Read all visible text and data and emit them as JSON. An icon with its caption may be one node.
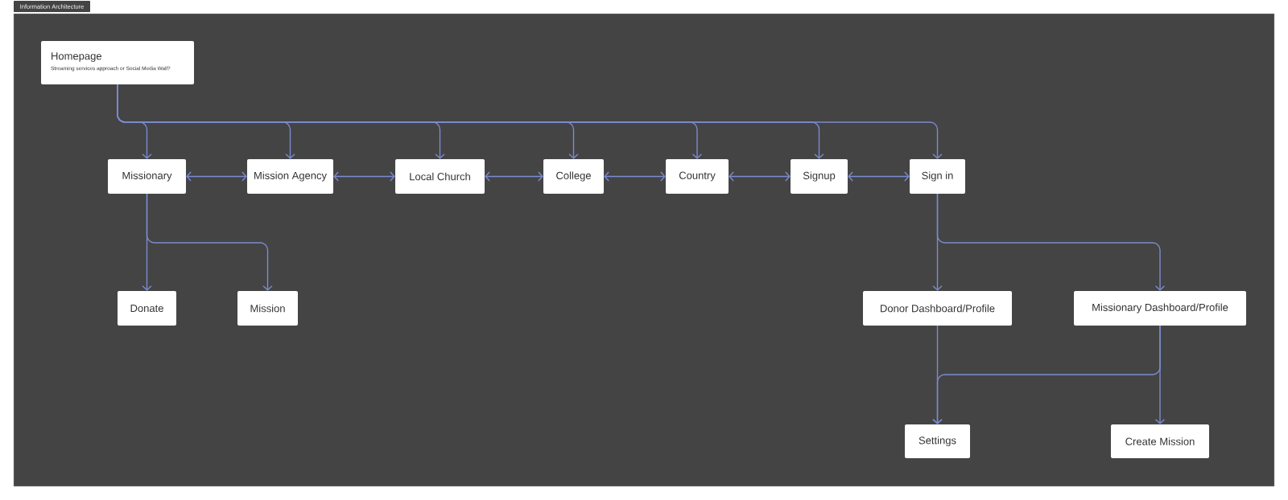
{
  "diagram": {
    "nodes": [
      {
        "text": [
          "Information Architecture"
        ]
      },
      {
        "text": [
          "Homepage",
          "Streaming services approach or Social Media Wall?"
        ],
        "in": 0
      },
      {
        "text": [
          "Missionary"
        ],
        "in": 0
      },
      {
        "text": [
          "Mission Agency"
        ],
        "in": 0
      },
      {
        "text": [
          "Local Church"
        ],
        "in": 0
      },
      {
        "text": [
          "College"
        ],
        "in": 0
      },
      {
        "text": [
          "Country"
        ],
        "in": 0
      },
      {
        "text": [
          "Signup"
        ],
        "in": 0
      },
      {
        "text": [
          "Sign in"
        ],
        "in": 0
      },
      {
        "text": [
          "Donate"
        ],
        "in": 0
      },
      {
        "text": [
          "Mission"
        ],
        "in": 0
      },
      {
        "text": [
          "Donor Dashboard/Profile"
        ],
        "in": 0
      },
      {
        "text": [
          "Missionary Dashboard/Profile"
        ],
        "in": 0
      },
      {
        "text": [
          "Settings"
        ],
        "in": 0
      },
      {
        "text": [
          "Create Mission"
        ],
        "in": 0
      }
    ],
    "edges": [
      {
        "from": 1,
        "to": 2,
        "arrow": "to"
      },
      {
        "from": 1,
        "to": 3,
        "arrow": "to"
      },
      {
        "from": 1,
        "to": 4,
        "arrow": "to"
      },
      {
        "from": 1,
        "to": 5,
        "arrow": "to"
      },
      {
        "from": 1,
        "to": 6,
        "arrow": "to"
      },
      {
        "from": 1,
        "to": 7,
        "arrow": "to"
      },
      {
        "from": 1,
        "to": 8,
        "arrow": "to"
      },
      {
        "from": 2,
        "to": 3,
        "arrow": "both"
      },
      {
        "from": 3,
        "to": 4,
        "arrow": "both"
      },
      {
        "from": 4,
        "to": 5,
        "arrow": "both"
      },
      {
        "from": 5,
        "to": 6,
        "arrow": "both"
      },
      {
        "from": 6,
        "to": 7,
        "arrow": "both"
      },
      {
        "from": 7,
        "to": 8,
        "arrow": "both"
      },
      {
        "from": 2,
        "to": 9,
        "arrow": "to"
      },
      {
        "from": 2,
        "to": 10,
        "arrow": "to"
      },
      {
        "from": 8,
        "to": 11,
        "arrow": "to"
      },
      {
        "from": 8,
        "to": 12,
        "arrow": "to"
      },
      {
        "from": 11,
        "to": 13,
        "arrow": "to"
      },
      {
        "from": 12,
        "to": 13,
        "arrow": "to"
      },
      {
        "from": 12,
        "to": 14,
        "arrow": "to"
      }
    ]
  }
}
